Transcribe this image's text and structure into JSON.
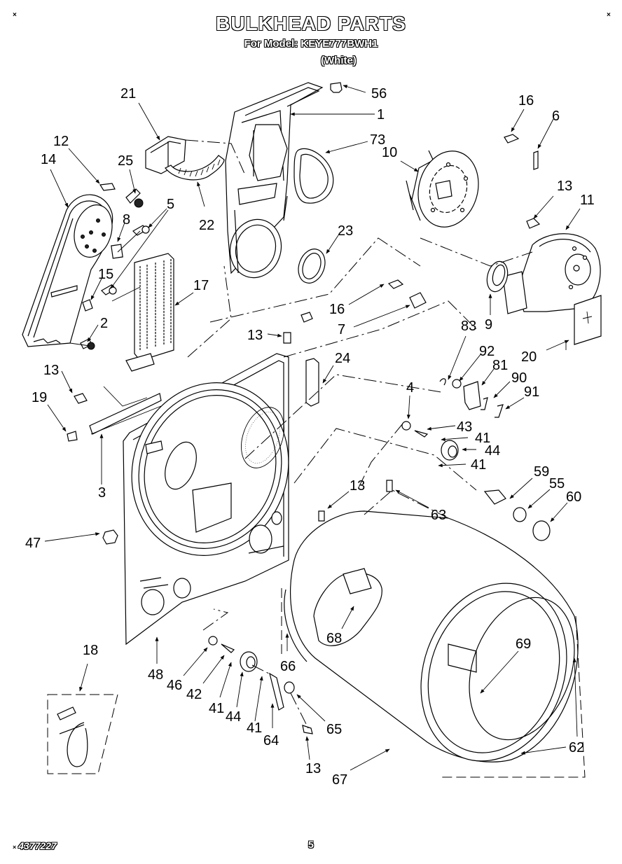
{
  "header": {
    "title": "BULKHEAD PARTS",
    "model_line": "For Model: KEYE777BWH1",
    "variant": "(White)"
  },
  "corner_marks": {
    "top_left": "×",
    "top_right": "×",
    "bottom_left": "×"
  },
  "footer": {
    "document_code": "4377227",
    "page_number": "5"
  },
  "callouts": [
    {
      "id": "c21",
      "label": "21"
    },
    {
      "id": "c56",
      "label": "56"
    },
    {
      "id": "c1",
      "label": "1"
    },
    {
      "id": "c16a",
      "label": "16"
    },
    {
      "id": "c6",
      "label": "6"
    },
    {
      "id": "c12",
      "label": "12"
    },
    {
      "id": "c14",
      "label": "14"
    },
    {
      "id": "c25",
      "label": "25"
    },
    {
      "id": "c73",
      "label": "73"
    },
    {
      "id": "c10",
      "label": "10"
    },
    {
      "id": "c5",
      "label": "5"
    },
    {
      "id": "c8",
      "label": "8"
    },
    {
      "id": "c22",
      "label": "22"
    },
    {
      "id": "c13a",
      "label": "13"
    },
    {
      "id": "c11",
      "label": "11"
    },
    {
      "id": "c23",
      "label": "23"
    },
    {
      "id": "c15",
      "label": "15"
    },
    {
      "id": "c17",
      "label": "17"
    },
    {
      "id": "c16b",
      "label": "16"
    },
    {
      "id": "c9",
      "label": "9"
    },
    {
      "id": "c7",
      "label": "7"
    },
    {
      "id": "c2",
      "label": "2"
    },
    {
      "id": "c83",
      "label": "83"
    },
    {
      "id": "c13b",
      "label": "13"
    },
    {
      "id": "c20",
      "label": "20"
    },
    {
      "id": "c92",
      "label": "92"
    },
    {
      "id": "c24",
      "label": "24"
    },
    {
      "id": "c81",
      "label": "81"
    },
    {
      "id": "c13c",
      "label": "13"
    },
    {
      "id": "c90",
      "label": "90"
    },
    {
      "id": "c4",
      "label": "4"
    },
    {
      "id": "c91",
      "label": "91"
    },
    {
      "id": "c19",
      "label": "19"
    },
    {
      "id": "c43",
      "label": "43"
    },
    {
      "id": "c41a",
      "label": "41"
    },
    {
      "id": "c44a",
      "label": "44"
    },
    {
      "id": "c41b",
      "label": "41"
    },
    {
      "id": "c3",
      "label": "3"
    },
    {
      "id": "c59",
      "label": "59"
    },
    {
      "id": "c13d",
      "label": "13"
    },
    {
      "id": "c55",
      "label": "55"
    },
    {
      "id": "c60",
      "label": "60"
    },
    {
      "id": "c63",
      "label": "63"
    },
    {
      "id": "c47",
      "label": "47"
    },
    {
      "id": "c68",
      "label": "68"
    },
    {
      "id": "c69",
      "label": "69"
    },
    {
      "id": "c18",
      "label": "18"
    },
    {
      "id": "c48",
      "label": "48"
    },
    {
      "id": "c46",
      "label": "46"
    },
    {
      "id": "c66",
      "label": "66"
    },
    {
      "id": "c42",
      "label": "42"
    },
    {
      "id": "c41c",
      "label": "41"
    },
    {
      "id": "c44b",
      "label": "44"
    },
    {
      "id": "c41d",
      "label": "41"
    },
    {
      "id": "c65",
      "label": "65"
    },
    {
      "id": "c62",
      "label": "62"
    },
    {
      "id": "c64",
      "label": "64"
    },
    {
      "id": "c13e",
      "label": "13"
    },
    {
      "id": "c67",
      "label": "67"
    }
  ]
}
